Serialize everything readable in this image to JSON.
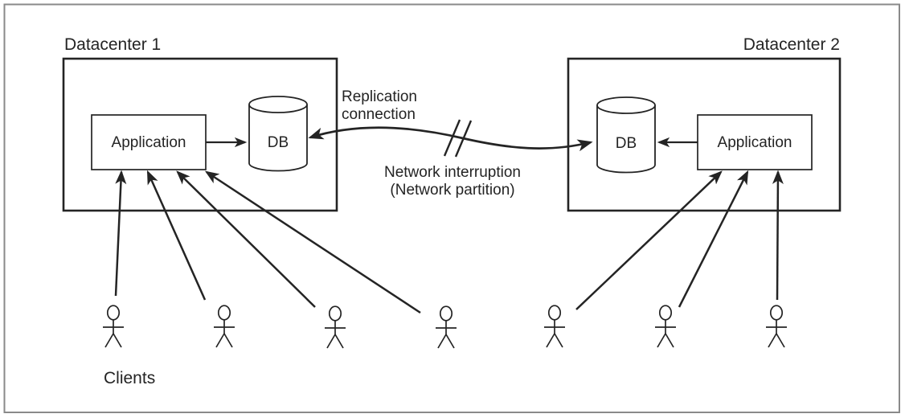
{
  "figure": {
    "background": "#ffffff",
    "frame_color": "#8a8a8a",
    "ink_color": "#242424"
  },
  "datacenter1": {
    "title": "Datacenter 1",
    "application_label": "Application",
    "db_label": "DB"
  },
  "datacenter2": {
    "title": "Datacenter 2",
    "application_label": "Application",
    "db_label": "DB"
  },
  "replication": {
    "label_line1": "Replication",
    "label_line2": "connection",
    "interruption_line1": "Network interruption",
    "interruption_line2": "(Network partition)"
  },
  "clients": {
    "label": "Clients",
    "left_count": 4,
    "right_count": 3,
    "icon": "person-stick-figure-icon"
  }
}
